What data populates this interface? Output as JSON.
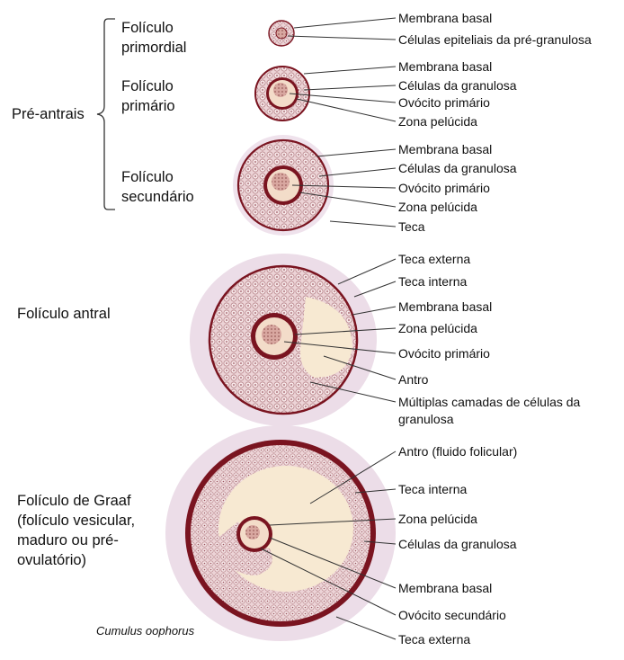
{
  "stages": {
    "pre_antrais": "Pré-antrais",
    "primordial": [
      "Folículo",
      "primordial"
    ],
    "primario": [
      "Folículo",
      "primário"
    ],
    "secundario": [
      "Folículo",
      "secundário"
    ],
    "antral": "Folículo antral",
    "graaf": [
      "Folículo de Graaf",
      "(folículo vesicular,",
      "maduro ou pré-",
      "ovulatório)"
    ]
  },
  "labels": {
    "primordial": [
      "Membrana basal",
      "Células epiteliais da pré-granulosa"
    ],
    "primario": [
      "Membrana basal",
      "Células da granulosa",
      "Ovócito primário",
      "Zona pelúcida"
    ],
    "secundario": [
      "Membrana basal",
      "Células da granulosa",
      "Ovócito primário",
      "Zona pelúcida",
      "Teca"
    ],
    "antral": [
      "Teca externa",
      "Teca interna",
      "Membrana basal",
      "Zona pelúcida",
      "Ovócito primário",
      "Antro",
      "Múltiplas camadas de células da",
      "granulosa"
    ],
    "graaf": [
      "Antro (fluido folicular)",
      "Teca interna",
      "Zona pelúcida",
      "Células da granulosa",
      "Membrana basal",
      "Ovócito secundário",
      "Teca externa"
    ],
    "cumulus": "Cumulus oophorus"
  },
  "colors": {
    "dark_red": "#7a1420",
    "granulosa_fill": "#e9cdd0",
    "antrum_fill": "#f7e9d2",
    "oocyte_fill": "#f3dcc9",
    "theca_fill": "#ecdde8",
    "leader_line": "#333333"
  }
}
